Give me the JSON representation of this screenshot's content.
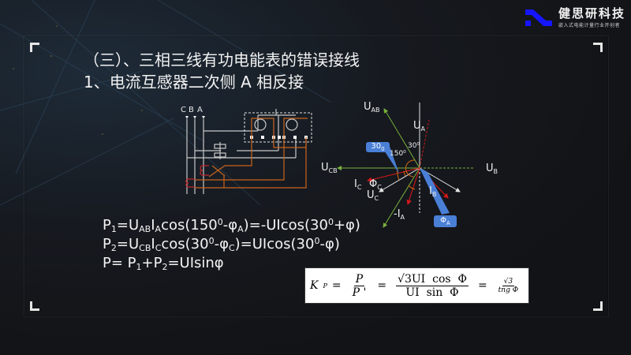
{
  "brand": {
    "name": "健思研科技",
    "tagline": "嵌入式电能计量行业开创者",
    "accent_color": "#1515ff"
  },
  "slide": {
    "section_title": "（三）、三相三线有功电能表的错误接线",
    "subtitle": "1、电流互感器二次侧 A 相反接"
  },
  "circuit_diagram": {
    "phase_labels": [
      "C",
      "B",
      "A"
    ],
    "colors": {
      "voltage_wire": "#c8c8c8",
      "current_wire": "#c8641e",
      "ct_coil_red": "#c0282a",
      "meter_box": "#e0e0e0"
    }
  },
  "phasor_diagram": {
    "labels": {
      "uab": {
        "main": "U",
        "sub": "AB"
      },
      "ua": {
        "main": "U",
        "sub": "A"
      },
      "ub": {
        "main": "U",
        "sub": "B"
      },
      "ucb": {
        "main": "U",
        "sub": "CB"
      },
      "uc": {
        "main": "U",
        "sub": "C"
      },
      "ic": {
        "main": "I",
        "sub": "C"
      },
      "ib": {
        "main": "I",
        "sub": "B"
      },
      "neg_ia": {
        "main": "-I",
        "sub": "A"
      },
      "phi_c": {
        "main": "Φ",
        "sub": "C"
      },
      "angle_30": "30⁰",
      "angle_150": "150⁰"
    },
    "callouts": {
      "thirty": {
        "main": "30",
        "sub": "0"
      },
      "phi_a": {
        "main": "Φ",
        "sub": "A"
      }
    },
    "colors": {
      "voltage_line": "#7ab03c",
      "current_line": "#d01818",
      "phase_voltage": "#e6e6e6",
      "angle_arc": "#d46a14",
      "callout": "#4a7fd6"
    }
  },
  "equations": {
    "p1": {
      "lhs": "P",
      "lhs_sub": "1",
      "u": "U",
      "u_sub": "AB",
      "i": "I",
      "i_sub": "A",
      "cos_open": "cos(150",
      "deg": "0",
      "minus_phi": "-φ",
      "phi_sub": "A",
      "rhs1": ")=-UIcos(30",
      "rhs_deg": "0",
      "rhs2": "+φ)"
    },
    "p2": {
      "lhs": "P",
      "lhs_sub": "2",
      "u": "U",
      "u_sub": "CB",
      "i": "I",
      "i_sub": "C",
      "cos_open": "cos(30",
      "deg": "0",
      "minus_phi": "-φ",
      "phi_sub": "C",
      "rhs1": ")=UIcos(30",
      "rhs_deg": "0",
      "rhs2": "-φ)"
    },
    "p": {
      "lhs": "P= P",
      "s1": "1",
      "plus": "+P",
      "s2": "2",
      "rhs": "=UIsinφ"
    }
  },
  "kp_formula": {
    "k": "K",
    "k_sub": "P",
    "eq": "=",
    "f1_num": "P",
    "f1_den": "P '",
    "f2_num": "√3UI  cos  Φ",
    "f2_den": "UI  sin  Φ",
    "f3_num": "√3",
    "f3_den": "tng Φ"
  }
}
